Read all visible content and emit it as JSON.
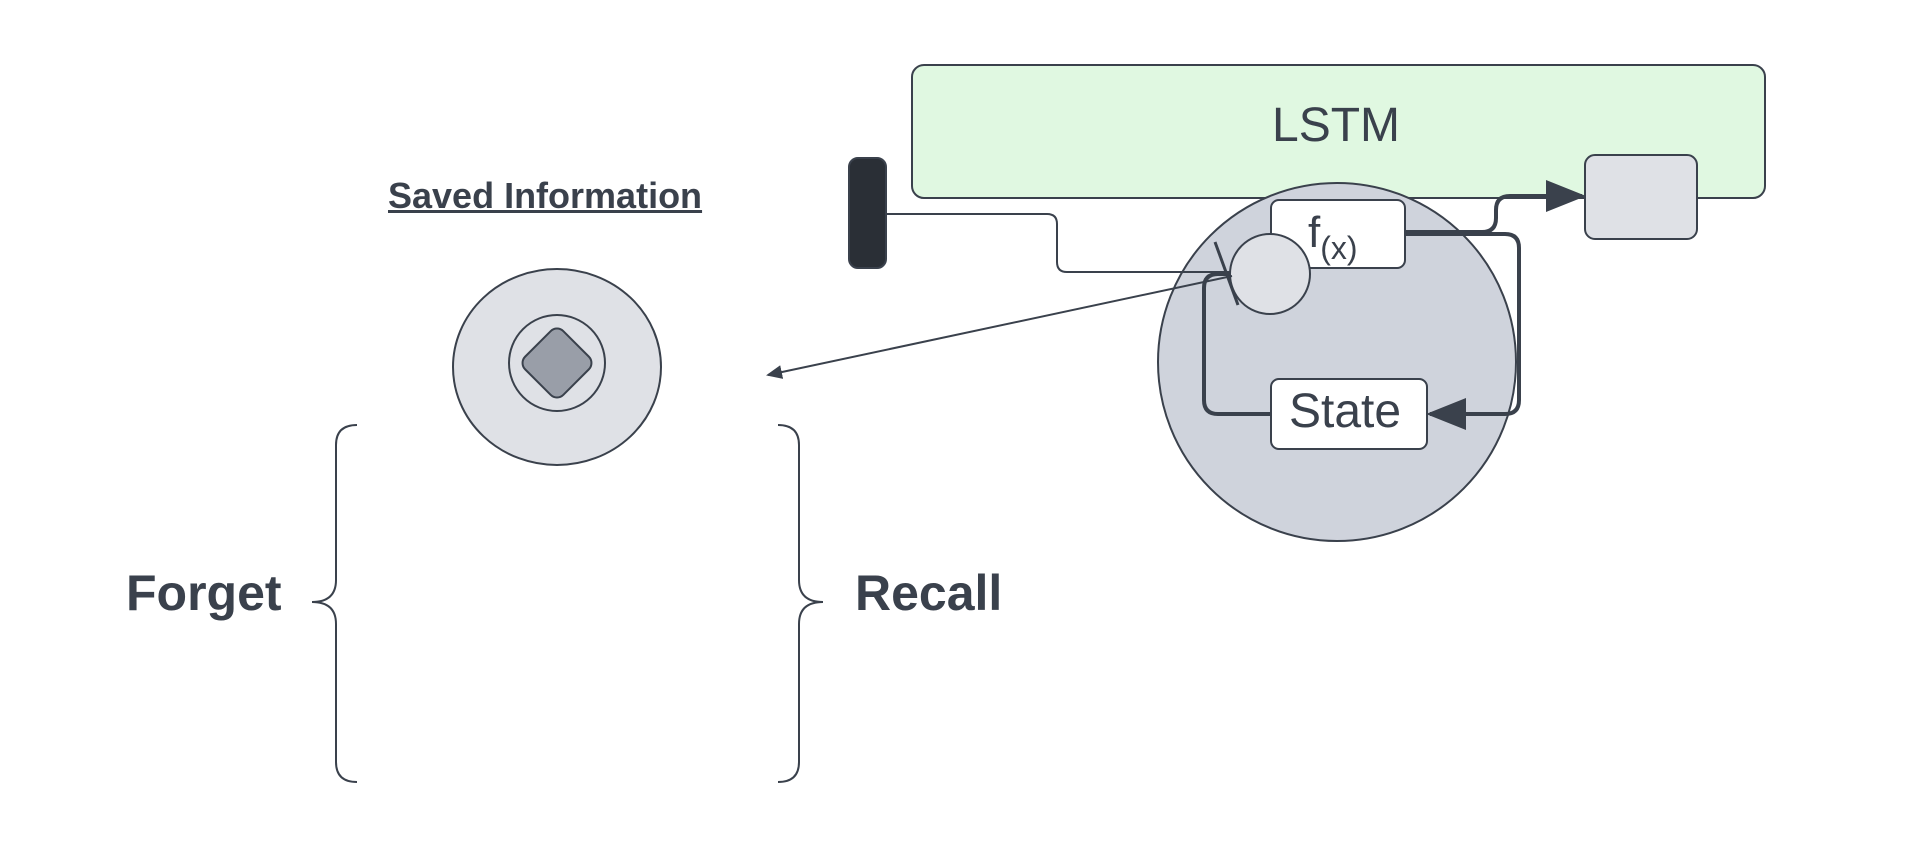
{
  "lstm": {
    "label": "LSTM",
    "fill": "#e0f8e1"
  },
  "saved_information": {
    "label": "Saved Information"
  },
  "function_box": {
    "main": "f",
    "subscript": "(x)"
  },
  "state_box": {
    "label": "State"
  },
  "brace_labels": {
    "left": "Forget",
    "right": "Recall"
  },
  "colors": {
    "stroke": "#3a414c",
    "node_fill": "#dfe1e6",
    "big_circle_fill": "#cfd3dc",
    "handle_fill": "#2a2f36",
    "diamond_fill": "#999ea8"
  }
}
